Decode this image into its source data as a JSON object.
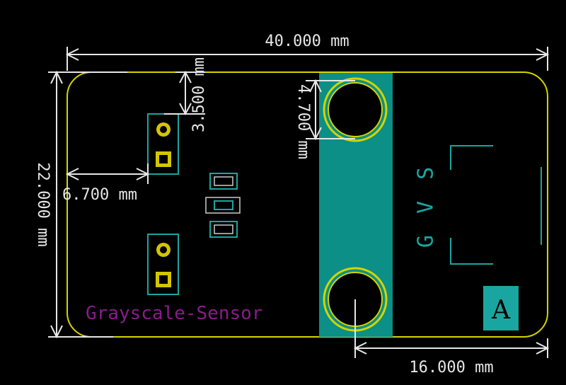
{
  "dimensions": {
    "width_label": "40.000 mm",
    "height_label": "22.000 mm",
    "top_offset_label": "3.500 mm",
    "left_offset_label": "6.700 mm",
    "hole_label": "4.700 mm",
    "bottom_label": "16.000 mm"
  },
  "silkscreen": {
    "board_name": "Grayscale-Sensor",
    "pin_labels": "G V S",
    "logo_letter": "A"
  },
  "colors": {
    "background": "#000000",
    "outline": "#d4d400",
    "copper": "#0b8f86",
    "pad_gold": "#d4c500",
    "dimension": "#e6e6e6",
    "silk": "#8a1b8a",
    "fab": "#1aa6a0"
  }
}
